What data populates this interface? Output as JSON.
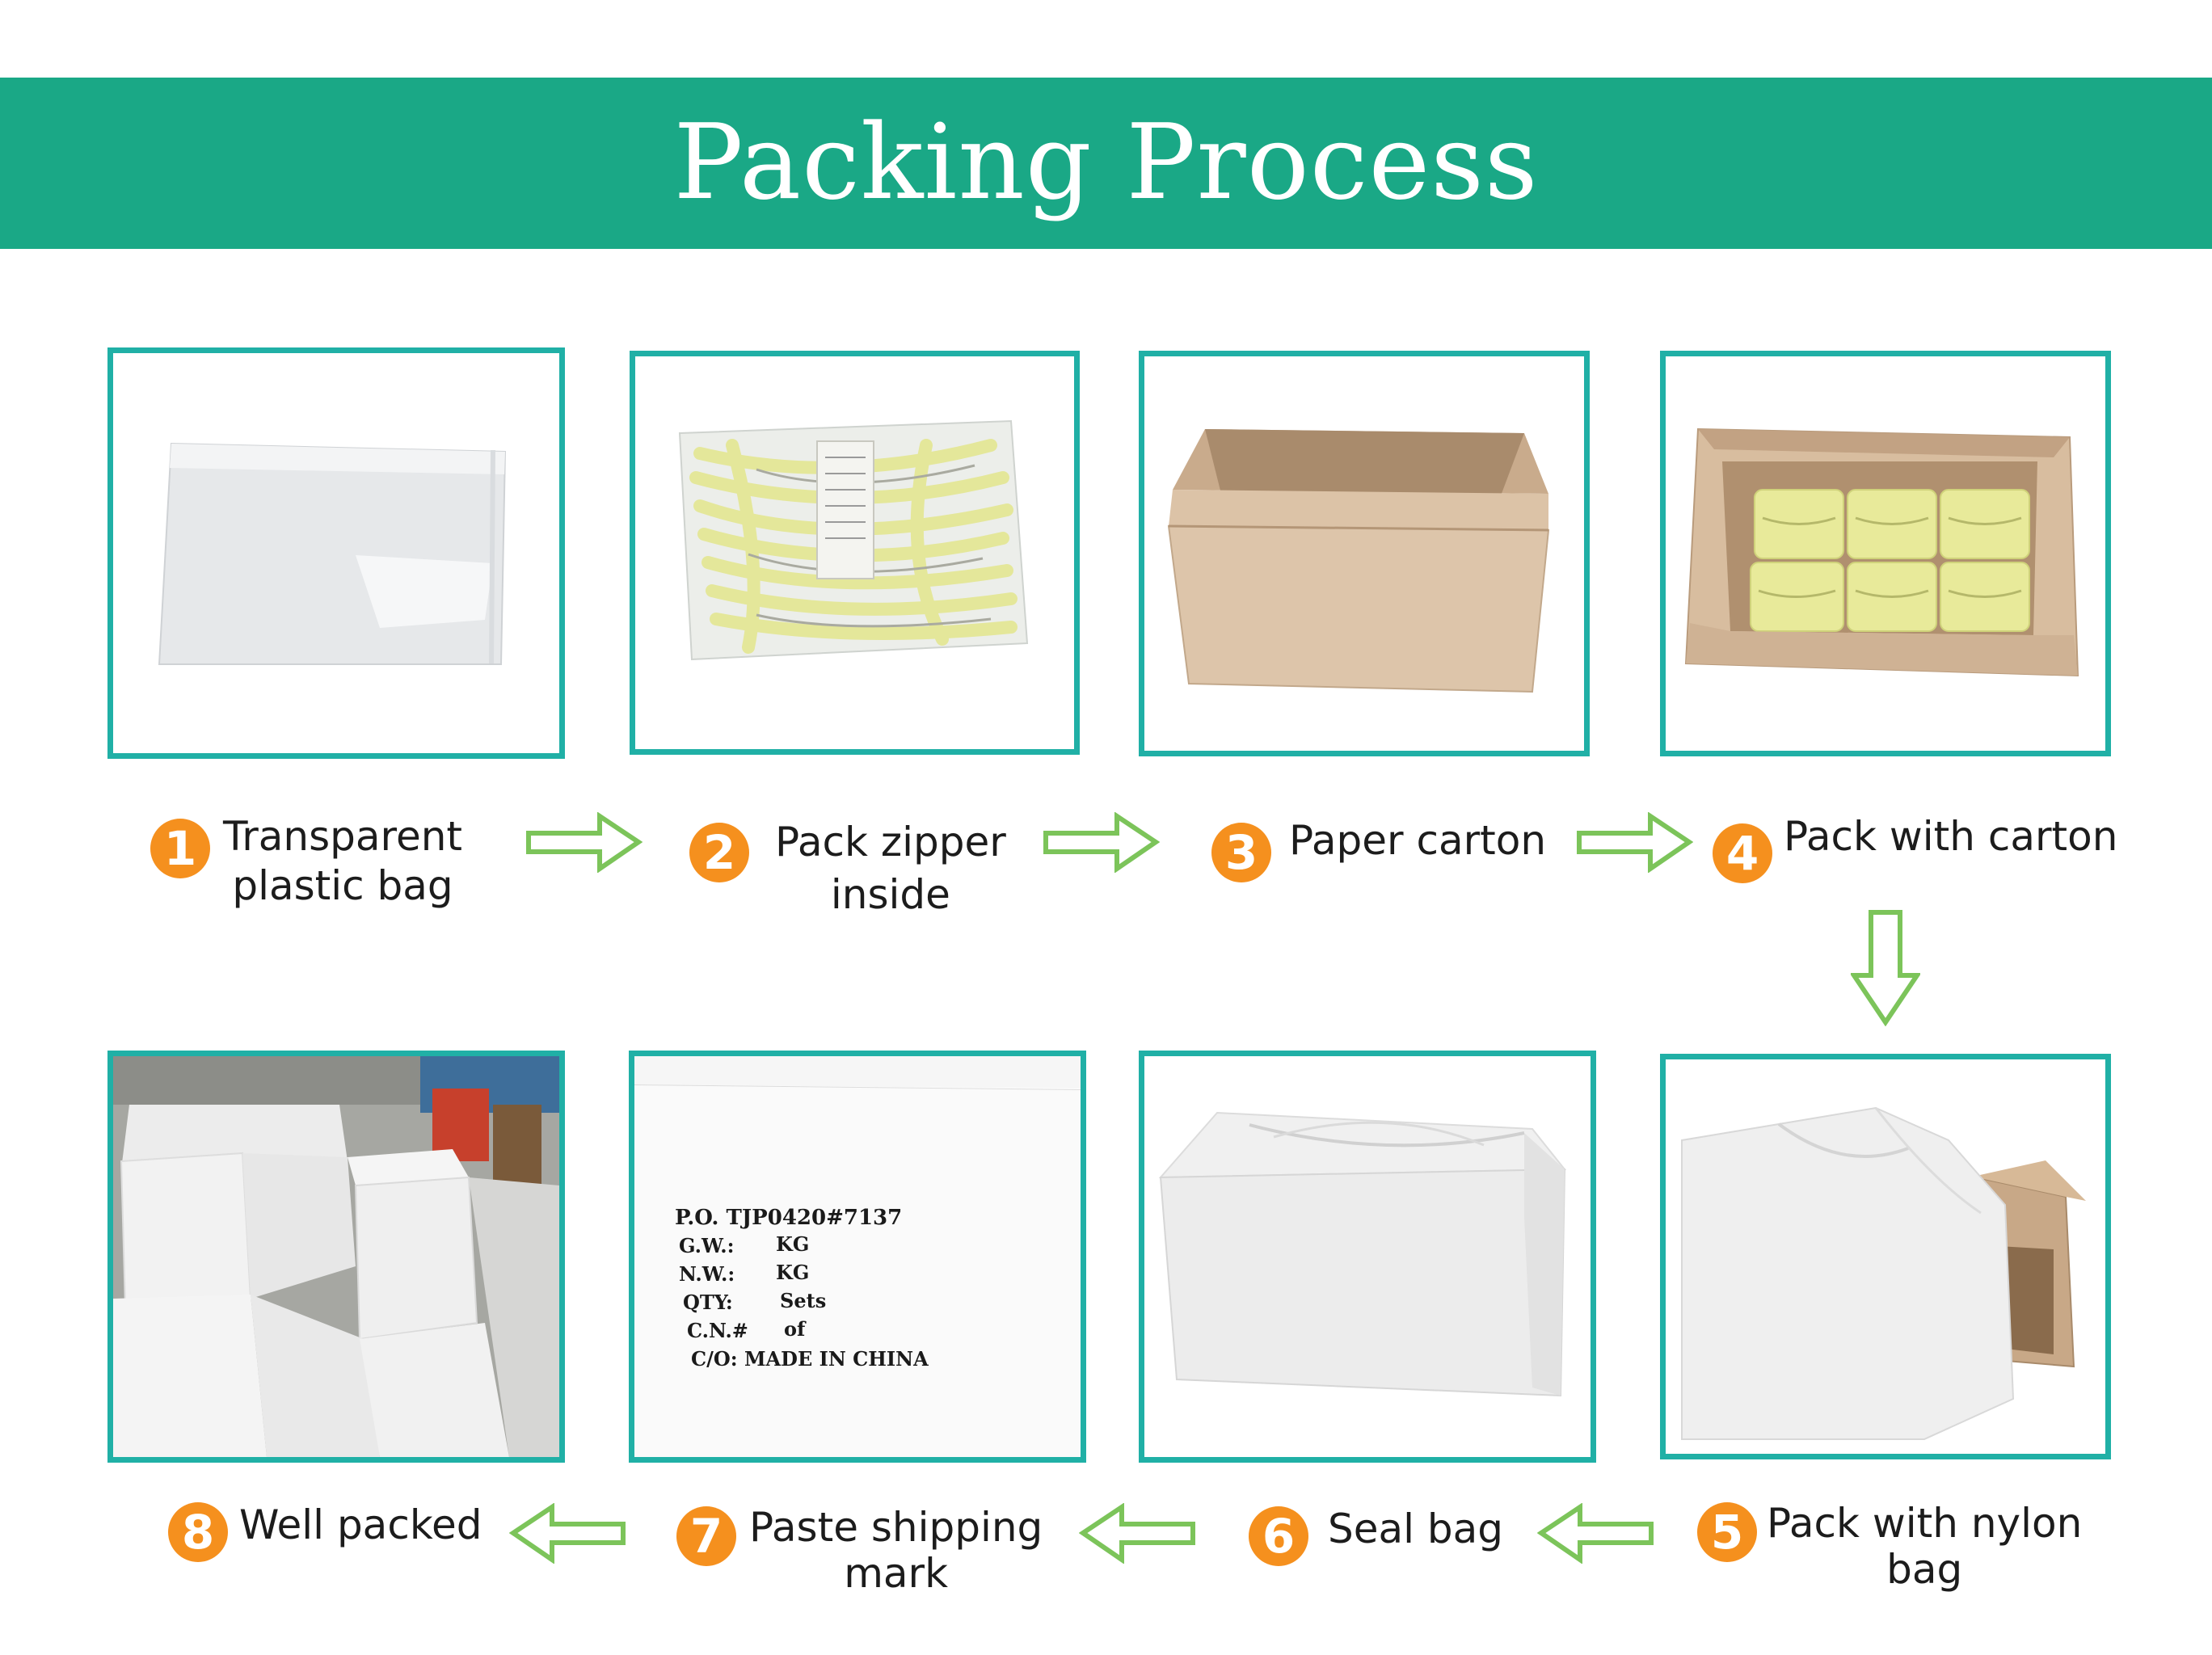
{
  "header": {
    "title": "Packing Process"
  },
  "steps": [
    {
      "number": "1",
      "label_line1": "Transparent",
      "label_line2": "plastic bag"
    },
    {
      "number": "2",
      "label_line1": "Pack zipper",
      "label_line2": "inside"
    },
    {
      "number": "3",
      "label_line1": "Paper carton",
      "label_line2": ""
    },
    {
      "number": "4",
      "label_line1": "Pack with carton",
      "label_line2": ""
    },
    {
      "number": "5",
      "label_line1": "Pack with nylon",
      "label_line2": "bag"
    },
    {
      "number": "6",
      "label_line1": "Seal bag",
      "label_line2": ""
    },
    {
      "number": "7",
      "label_line1": "Paste shipping",
      "label_line2": "mark"
    },
    {
      "number": "8",
      "label_line1": "Well packed",
      "label_line2": ""
    }
  ],
  "shipping_mark": {
    "po": "P.O.  TJP0420#7137",
    "gw": "G.W.:",
    "gw_unit": "KG",
    "nw": "N.W.:",
    "nw_unit": "KG",
    "qty": "QTY:",
    "qty_unit": "Sets",
    "cn": "C.N.#",
    "cn_of": "of",
    "co": "C/O:  MADE IN CHINA"
  },
  "colors": {
    "banner": "#1aa886",
    "frame_border": "#20b0a6",
    "badge": "#f5901e",
    "arrow_outline": "#7cc45a"
  },
  "icons": {
    "flow_arrow": "hollow-block-arrow"
  }
}
